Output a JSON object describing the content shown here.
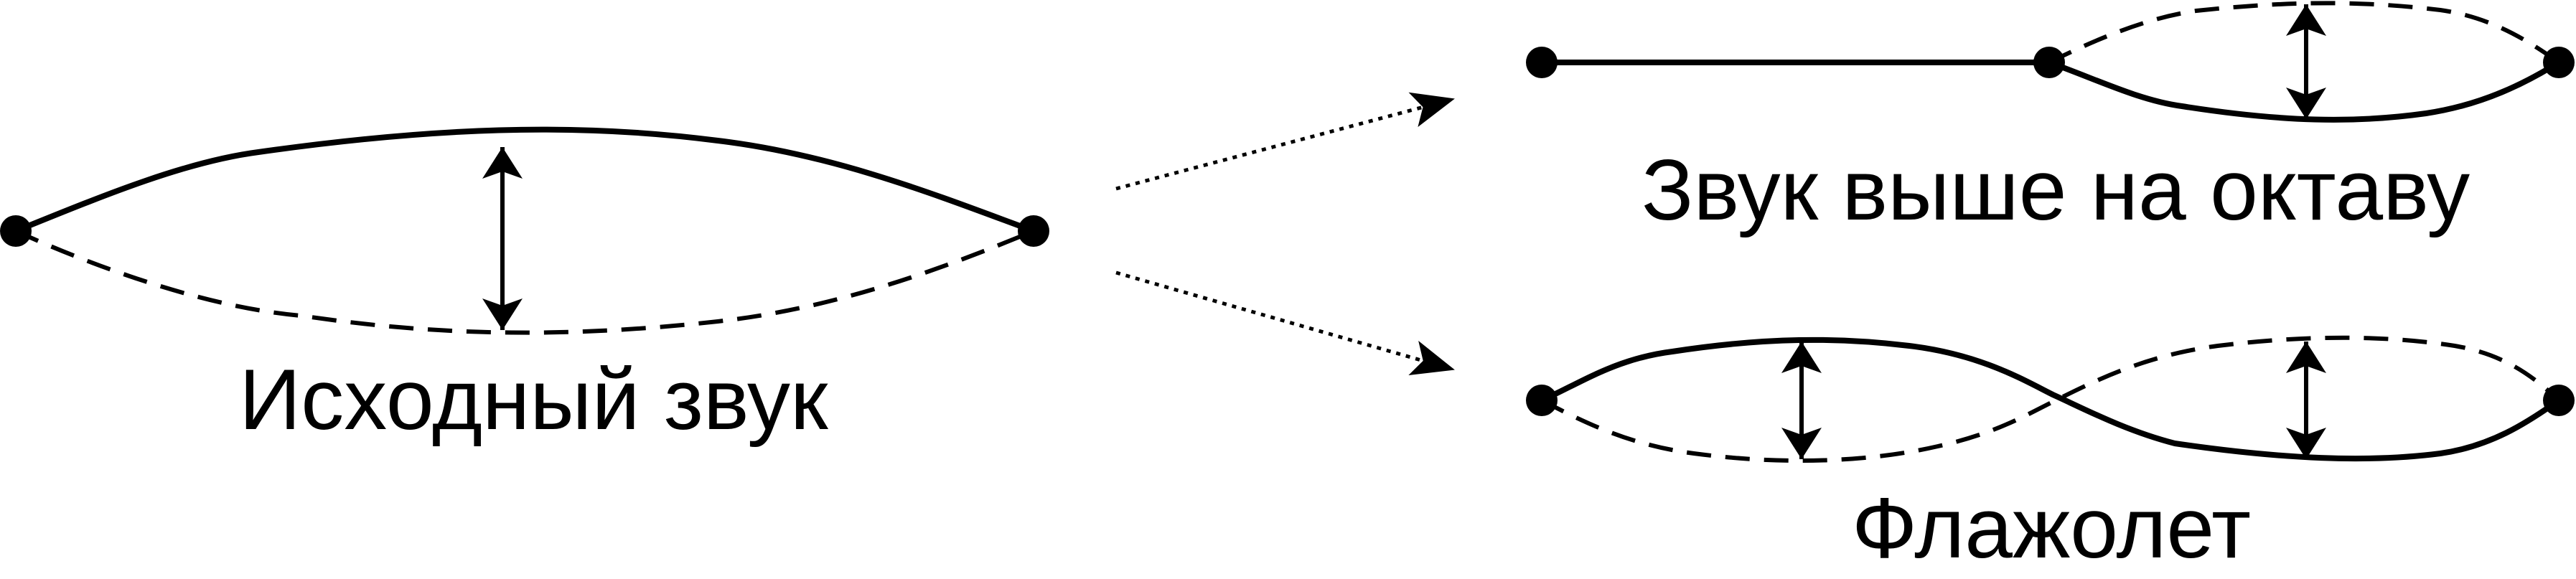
{
  "labels": {
    "source_sound": "Исходный звук",
    "octave_higher": "Звук выше на октаву",
    "harmonic": "Флажолет"
  },
  "colors": {
    "stroke": "#000000",
    "background": "#ffffff"
  }
}
